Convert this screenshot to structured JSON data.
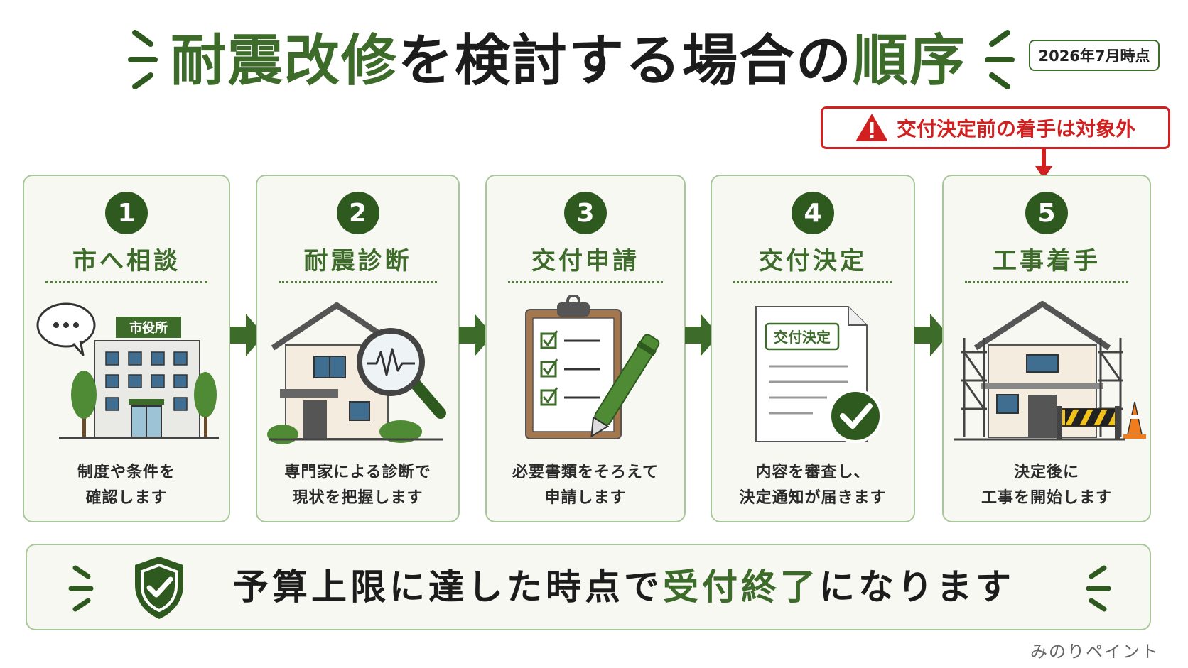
{
  "title": {
    "part1": "耐震改修",
    "part2": "を検討する場合の",
    "part3": "順序"
  },
  "date_badge": "2026年7月時点",
  "warning": "交付決定前の着手は対象外",
  "steps": [
    {
      "number": "1",
      "title": "市へ相談",
      "desc_line1": "制度や条件を",
      "desc_line2": "確認します",
      "sign": "市役所"
    },
    {
      "number": "2",
      "title": "耐震診断",
      "desc_line1": "専門家による診断で",
      "desc_line2": "現状を把握します"
    },
    {
      "number": "3",
      "title": "交付申請",
      "desc_line1": "必要書類をそろえて",
      "desc_line2": "申請します"
    },
    {
      "number": "4",
      "title": "交付決定",
      "desc_line1": "内容を審査し、",
      "desc_line2": "決定通知が届きます",
      "doc_label": "交付決定"
    },
    {
      "number": "5",
      "title": "工事着手",
      "desc_line1": "決定後に",
      "desc_line2": "工事を開始します"
    }
  ],
  "bottom": {
    "part1": "予算上限に達した時点で",
    "part2": "受付終了",
    "part3": "になります"
  },
  "brand": "みのりペイント",
  "colors": {
    "accent_green": "#3d6b2a",
    "dark_green": "#2f5a1f",
    "warning_red": "#d22020",
    "card_bg": "#f7f8f2",
    "card_border": "#a9c79a"
  }
}
